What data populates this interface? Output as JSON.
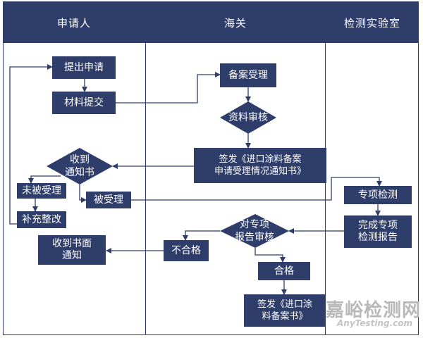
{
  "lanes": {
    "applicant": "申请人",
    "customs": "海关",
    "lab": "检测实验室"
  },
  "nodes": {
    "submit_application": "提出申请",
    "submit_materials": "材料提交",
    "filing_acceptance": "备案受理",
    "document_review": "资料审核",
    "issue_notice": "签发《进口涂料备案\n申请受理情况通知书》",
    "receive_notice": "收到\n通知书",
    "not_accepted": "未被受理",
    "accepted": "被受理",
    "supplement_rectify": "补充整改",
    "special_inspection": "专项检测",
    "complete_report": "完成专项\n检测报告",
    "report_review": "对专项\n报告审核",
    "unqualified": "不合格",
    "receive_written_notice": "收到书面\n通知",
    "qualified": "合格",
    "issue_filing_cert": "签发《进口涂\n料备案书》"
  },
  "watermark": {
    "cn": "嘉峪检测网",
    "en": "AnyTesting.com"
  },
  "colors": {
    "node_fill": "#2f3d6b",
    "text": "#ffffff",
    "line": "#2f3d6b",
    "watermark": "#b9b9b9"
  }
}
